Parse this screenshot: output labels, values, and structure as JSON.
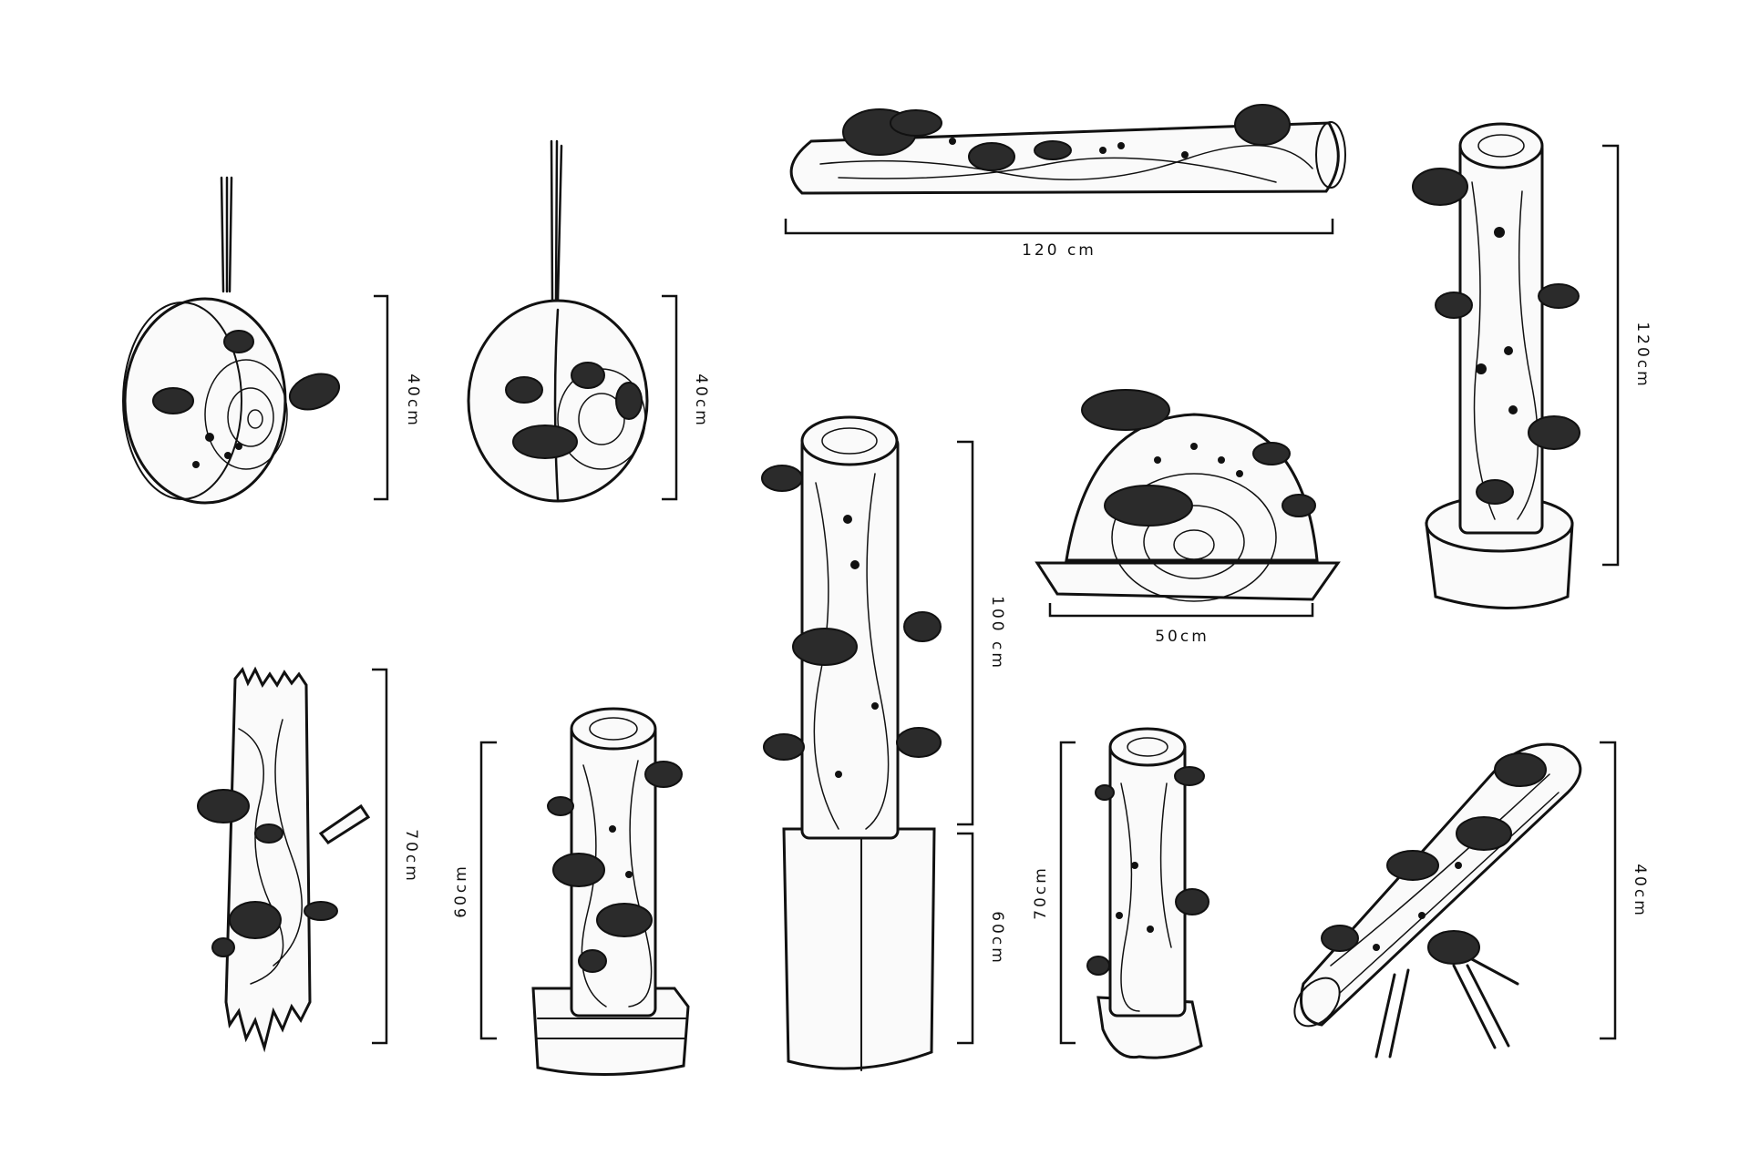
{
  "sketches": [
    {
      "name": "hanging-log-round-front",
      "dimension": "40cm"
    },
    {
      "name": "hanging-log-round-split",
      "dimension": "40cm"
    },
    {
      "name": "horizontal-log",
      "dimension": "120 cm"
    },
    {
      "name": "tall-log-on-base",
      "dimension": "120cm"
    },
    {
      "name": "tall-log-on-pedestal",
      "dimension": "100 cm",
      "pedestal_dimension": "60cm"
    },
    {
      "name": "half-round-log-on-plate",
      "dimension": "50cm"
    },
    {
      "name": "hanging-rough-log",
      "dimension": "70cm"
    },
    {
      "name": "log-on-stacked-blocks",
      "dimension": "60cm"
    },
    {
      "name": "log-on-wood-slab",
      "dimension": "70cm"
    },
    {
      "name": "log-on-tripod",
      "dimension": "40cm"
    }
  ]
}
